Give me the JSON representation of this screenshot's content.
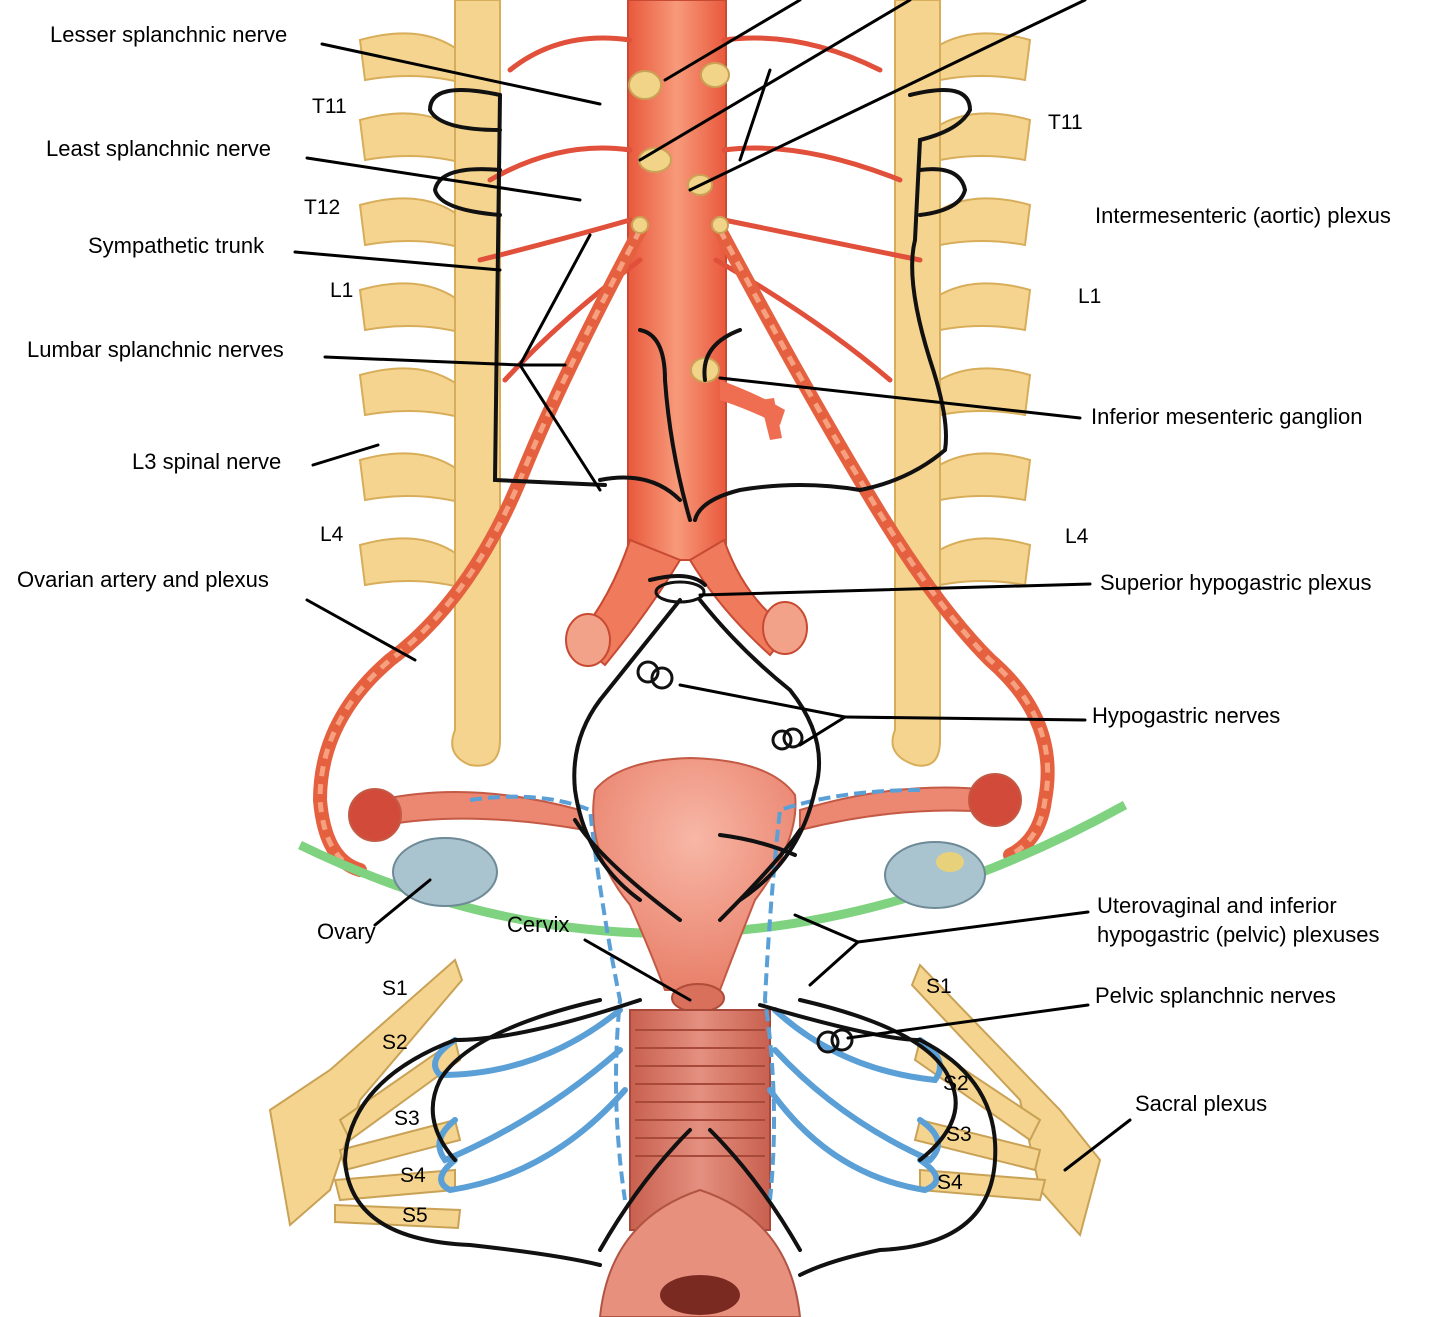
{
  "labels": {
    "lesser_splanchnic": "Lesser splanchnic nerve",
    "least_splanchnic": "Least splanchnic nerve",
    "sympathetic_trunk": "Sympathetic trunk",
    "lumbar_splanchnic": "Lumbar splanchnic nerves",
    "l3_spinal": "L3 spinal nerve",
    "ovarian_artery": "Ovarian artery and plexus",
    "ovary": "Ovary",
    "cervix": "Cervix",
    "intermesenteric": "Intermesenteric (aortic) plexus",
    "inferior_mesenteric": "Inferior mesenteric ganglion",
    "superior_hypogastric": "Superior hypogastric plexus",
    "hypogastric_nerves": "Hypogastric nerves",
    "uterovaginal_line1": "Uterovaginal and inferior",
    "uterovaginal_line2": "hypogastric (pelvic) plexuses",
    "pelvic_splanchnic": "Pelvic splanchnic nerves",
    "sacral_plexus": "Sacral plexus"
  },
  "levels": {
    "t11": "T11",
    "t12": "T12",
    "l1": "L1",
    "l4": "L4",
    "s1": "S1",
    "s2": "S2",
    "s3": "S3",
    "s4": "S4",
    "s5": "S5"
  },
  "colors": {
    "nerve_black": "#111111",
    "artery_red": "#e0503a",
    "vessel_orange": "#ee7d5e",
    "ganglion_yellow": "#f2d488",
    "parasympathetic_blue": "#5a9fd6",
    "peritoneum_green": "#7fd27f",
    "organ_pink": "#f19c8c",
    "ovary_gray": "#a9c3cf"
  }
}
